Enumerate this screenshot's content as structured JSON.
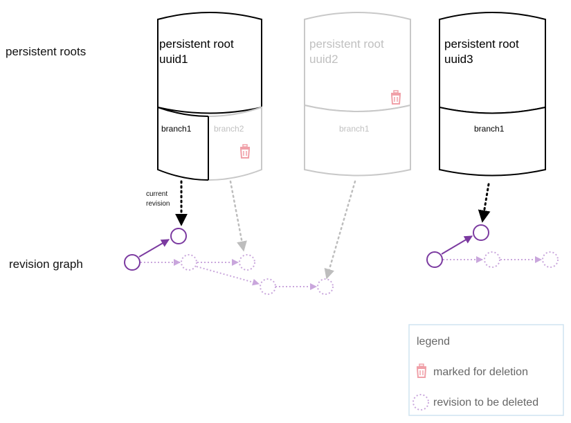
{
  "section_labels": {
    "persistent_roots": "persistent roots",
    "revision_graph": "revision graph"
  },
  "roots": [
    {
      "title_line1": "persistent root",
      "title_line2": "uuid1",
      "branch_a": "branch1",
      "branch_b": "branch2",
      "state": "active"
    },
    {
      "title_line1": "persistent root",
      "title_line2": "uuid2",
      "branch_a": "branch1",
      "state": "deleted"
    },
    {
      "title_line1": "persistent root",
      "title_line2": "uuid3",
      "branch_a": "branch1",
      "state": "active"
    }
  ],
  "annotation": {
    "current_revision_line1": "current",
    "current_revision_line2": "revision"
  },
  "legend": {
    "title": "legend",
    "items": [
      {
        "icon": "trash-icon",
        "label": "marked for deletion"
      },
      {
        "icon": "dotted-circle-icon",
        "label": "revision to be deleted"
      }
    ]
  },
  "colors": {
    "active_stroke": "#000000",
    "deleted_stroke": "#c8c8c8",
    "deleted_text": "#c0c0c0",
    "revision_purple": "#7b3aa0",
    "revision_light_purple": "#c9a6dc",
    "trash_pink": "#f0a0a8",
    "pointer_gray": "#bdbdbd",
    "legend_border": "#cfe3f0"
  }
}
